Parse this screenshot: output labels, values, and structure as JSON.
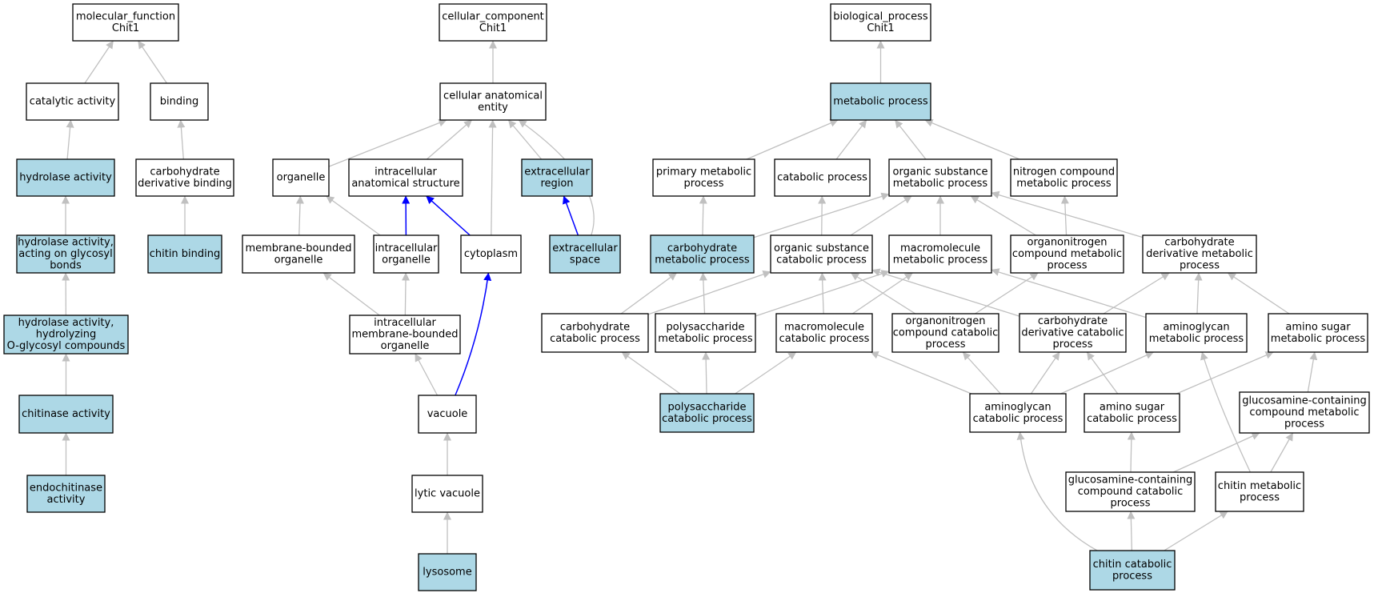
{
  "colors": {
    "highlight": "#add8e6",
    "plain": "#ffffff",
    "edge": "#c0c0c0",
    "edge_highlight": "#0000ff"
  },
  "nodes": {
    "mf_root": {
      "lines": [
        "molecular_function",
        "Chit1"
      ],
      "highlight": false
    },
    "catalytic": {
      "lines": [
        "catalytic activity"
      ],
      "highlight": false
    },
    "binding": {
      "lines": [
        "binding"
      ],
      "highlight": false
    },
    "hydrolase": {
      "lines": [
        "hydrolase activity"
      ],
      "highlight": true
    },
    "carb_deriv_binding": {
      "lines": [
        "carbohydrate",
        "derivative binding"
      ],
      "highlight": false
    },
    "hydrolase_glyc": {
      "lines": [
        "hydrolase activity,",
        "acting on glycosyl",
        "bonds"
      ],
      "highlight": true
    },
    "chitin_binding": {
      "lines": [
        "chitin binding"
      ],
      "highlight": true
    },
    "hydrolase_oglyc": {
      "lines": [
        "hydrolase activity,",
        "hydrolyzing",
        "O-glycosyl compounds"
      ],
      "highlight": true
    },
    "chitinase": {
      "lines": [
        "chitinase activity"
      ],
      "highlight": true
    },
    "endochitinase": {
      "lines": [
        "endochitinase",
        "activity"
      ],
      "highlight": true
    },
    "cc_root": {
      "lines": [
        "cellular_component",
        "Chit1"
      ],
      "highlight": false
    },
    "cae": {
      "lines": [
        "cellular anatomical",
        "entity"
      ],
      "highlight": false
    },
    "organelle": {
      "lines": [
        "organelle"
      ],
      "highlight": false
    },
    "ias": {
      "lines": [
        "intracellular",
        "anatomical structure"
      ],
      "highlight": false
    },
    "extracell_region": {
      "lines": [
        "extracellular",
        "region"
      ],
      "highlight": true
    },
    "mbo": {
      "lines": [
        "membrane-bounded",
        "organelle"
      ],
      "highlight": false
    },
    "intra_org": {
      "lines": [
        "intracellular",
        "organelle"
      ],
      "highlight": false
    },
    "cytoplasm": {
      "lines": [
        "cytoplasm"
      ],
      "highlight": false
    },
    "extracell_space": {
      "lines": [
        "extracellular",
        "space"
      ],
      "highlight": true
    },
    "imbo": {
      "lines": [
        "intracellular",
        "membrane-bounded",
        "organelle"
      ],
      "highlight": false
    },
    "vacuole": {
      "lines": [
        "vacuole"
      ],
      "highlight": false
    },
    "lytic_vacuole": {
      "lines": [
        "lytic vacuole"
      ],
      "highlight": false
    },
    "lysosome": {
      "lines": [
        "lysosome"
      ],
      "highlight": true
    },
    "bp_root": {
      "lines": [
        "biological_process",
        "Chit1"
      ],
      "highlight": false
    },
    "metabolic": {
      "lines": [
        "metabolic process"
      ],
      "highlight": true
    },
    "primary_met": {
      "lines": [
        "primary metabolic",
        "process"
      ],
      "highlight": false
    },
    "catabolic": {
      "lines": [
        "catabolic process"
      ],
      "highlight": false
    },
    "org_sub_met": {
      "lines": [
        "organic substance",
        "metabolic process"
      ],
      "highlight": false
    },
    "nitrogen_met": {
      "lines": [
        "nitrogen compound",
        "metabolic process"
      ],
      "highlight": false
    },
    "carb_met": {
      "lines": [
        "carbohydrate",
        "metabolic process"
      ],
      "highlight": true
    },
    "org_sub_cat": {
      "lines": [
        "organic substance",
        "catabolic process"
      ],
      "highlight": false
    },
    "macro_met": {
      "lines": [
        "macromolecule",
        "metabolic process"
      ],
      "highlight": false
    },
    "orgn_met": {
      "lines": [
        "organonitrogen",
        "compound metabolic",
        "process"
      ],
      "highlight": false
    },
    "carb_deriv_met": {
      "lines": [
        "carbohydrate",
        "derivative metabolic",
        "process"
      ],
      "highlight": false
    },
    "carb_cat": {
      "lines": [
        "carbohydrate",
        "catabolic process"
      ],
      "highlight": false
    },
    "poly_met": {
      "lines": [
        "polysaccharide",
        "metabolic process"
      ],
      "highlight": false
    },
    "macro_cat": {
      "lines": [
        "macromolecule",
        "catabolic process"
      ],
      "highlight": false
    },
    "orgn_cat": {
      "lines": [
        "organonitrogen",
        "compound catabolic",
        "process"
      ],
      "highlight": false
    },
    "carb_deriv_cat": {
      "lines": [
        "carbohydrate",
        "derivative catabolic",
        "process"
      ],
      "highlight": false
    },
    "aminoglycan_met": {
      "lines": [
        "aminoglycan",
        "metabolic process"
      ],
      "highlight": false
    },
    "amino_sugar_met": {
      "lines": [
        "amino sugar",
        "metabolic process"
      ],
      "highlight": false
    },
    "poly_cat": {
      "lines": [
        "polysaccharide",
        "catabolic process"
      ],
      "highlight": true
    },
    "aminoglycan_cat": {
      "lines": [
        "aminoglycan",
        "catabolic process"
      ],
      "highlight": false
    },
    "amino_sugar_cat": {
      "lines": [
        "amino sugar",
        "catabolic process"
      ],
      "highlight": false
    },
    "glucosamine_met": {
      "lines": [
        "glucosamine-containing",
        "compound metabolic",
        "process"
      ],
      "highlight": false
    },
    "glucosamine_cat": {
      "lines": [
        "glucosamine-containing",
        "compound catabolic",
        "process"
      ],
      "highlight": false
    },
    "chitin_met": {
      "lines": [
        "chitin metabolic",
        "process"
      ],
      "highlight": false
    },
    "chitin_cat": {
      "lines": [
        "chitin catabolic",
        "process"
      ],
      "highlight": true
    }
  },
  "edges": [
    {
      "from": "catalytic",
      "to": "mf_root"
    },
    {
      "from": "binding",
      "to": "mf_root"
    },
    {
      "from": "hydrolase",
      "to": "catalytic"
    },
    {
      "from": "carb_deriv_binding",
      "to": "binding"
    },
    {
      "from": "hydrolase_glyc",
      "to": "hydrolase"
    },
    {
      "from": "chitin_binding",
      "to": "carb_deriv_binding"
    },
    {
      "from": "hydrolase_oglyc",
      "to": "hydrolase_glyc"
    },
    {
      "from": "chitinase",
      "to": "hydrolase_oglyc"
    },
    {
      "from": "endochitinase",
      "to": "chitinase"
    },
    {
      "from": "cae",
      "to": "cc_root"
    },
    {
      "from": "organelle",
      "to": "cae"
    },
    {
      "from": "ias",
      "to": "cae"
    },
    {
      "from": "cytoplasm",
      "to": "cae"
    },
    {
      "from": "extracell_region",
      "to": "cae"
    },
    {
      "from": "extracell_space",
      "to": "cae"
    },
    {
      "from": "mbo",
      "to": "organelle"
    },
    {
      "from": "intra_org",
      "to": "organelle"
    },
    {
      "from": "intra_org",
      "to": "ias",
      "highlight": true
    },
    {
      "from": "cytoplasm",
      "to": "ias",
      "highlight": true
    },
    {
      "from": "extracell_space",
      "to": "extracell_region",
      "highlight": true
    },
    {
      "from": "imbo",
      "to": "mbo"
    },
    {
      "from": "imbo",
      "to": "intra_org"
    },
    {
      "from": "vacuole",
      "to": "imbo"
    },
    {
      "from": "vacuole",
      "to": "cytoplasm",
      "highlight": true
    },
    {
      "from": "lytic_vacuole",
      "to": "vacuole"
    },
    {
      "from": "lysosome",
      "to": "lytic_vacuole"
    },
    {
      "from": "metabolic",
      "to": "bp_root"
    },
    {
      "from": "primary_met",
      "to": "metabolic"
    },
    {
      "from": "catabolic",
      "to": "metabolic"
    },
    {
      "from": "org_sub_met",
      "to": "metabolic"
    },
    {
      "from": "nitrogen_met",
      "to": "metabolic"
    },
    {
      "from": "carb_met",
      "to": "primary_met"
    },
    {
      "from": "carb_met",
      "to": "org_sub_met"
    },
    {
      "from": "org_sub_cat",
      "to": "catabolic"
    },
    {
      "from": "org_sub_cat",
      "to": "org_sub_met"
    },
    {
      "from": "macro_met",
      "to": "org_sub_met"
    },
    {
      "from": "orgn_met",
      "to": "org_sub_met"
    },
    {
      "from": "orgn_met",
      "to": "nitrogen_met"
    },
    {
      "from": "carb_deriv_met",
      "to": "org_sub_met"
    },
    {
      "from": "carb_cat",
      "to": "carb_met"
    },
    {
      "from": "carb_cat",
      "to": "org_sub_cat"
    },
    {
      "from": "poly_met",
      "to": "carb_met"
    },
    {
      "from": "poly_met",
      "to": "macro_met"
    },
    {
      "from": "macro_cat",
      "to": "org_sub_cat"
    },
    {
      "from": "macro_cat",
      "to": "macro_met"
    },
    {
      "from": "orgn_cat",
      "to": "org_sub_cat"
    },
    {
      "from": "orgn_cat",
      "to": "orgn_met"
    },
    {
      "from": "carb_deriv_cat",
      "to": "org_sub_cat"
    },
    {
      "from": "carb_deriv_cat",
      "to": "carb_deriv_met"
    },
    {
      "from": "aminoglycan_met",
      "to": "macro_met"
    },
    {
      "from": "aminoglycan_met",
      "to": "carb_deriv_met"
    },
    {
      "from": "amino_sugar_met",
      "to": "carb_deriv_met"
    },
    {
      "from": "poly_cat",
      "to": "carb_cat"
    },
    {
      "from": "poly_cat",
      "to": "poly_met"
    },
    {
      "from": "poly_cat",
      "to": "macro_cat"
    },
    {
      "from": "aminoglycan_cat",
      "to": "macro_cat"
    },
    {
      "from": "aminoglycan_cat",
      "to": "orgn_cat"
    },
    {
      "from": "aminoglycan_cat",
      "to": "carb_deriv_cat"
    },
    {
      "from": "aminoglycan_cat",
      "to": "aminoglycan_met"
    },
    {
      "from": "amino_sugar_cat",
      "to": "carb_deriv_cat"
    },
    {
      "from": "amino_sugar_cat",
      "to": "amino_sugar_met"
    },
    {
      "from": "glucosamine_met",
      "to": "amino_sugar_met"
    },
    {
      "from": "glucosamine_cat",
      "to": "amino_sugar_cat"
    },
    {
      "from": "glucosamine_cat",
      "to": "glucosamine_met"
    },
    {
      "from": "chitin_met",
      "to": "glucosamine_met"
    },
    {
      "from": "chitin_met",
      "to": "aminoglycan_met"
    },
    {
      "from": "chitin_cat",
      "to": "aminoglycan_cat"
    },
    {
      "from": "chitin_cat",
      "to": "glucosamine_cat"
    },
    {
      "from": "chitin_cat",
      "to": "chitin_met"
    }
  ]
}
